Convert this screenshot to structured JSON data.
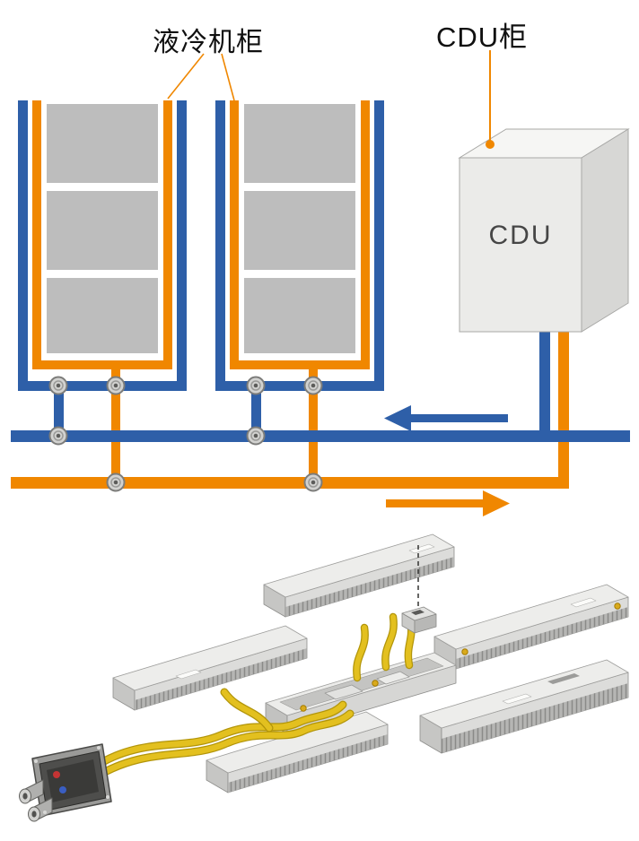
{
  "labels": {
    "cooling_cabinet": "液冷机柜",
    "cdu_cabinet": "CDU柜",
    "cdu_box": "CDU"
  },
  "colors": {
    "return_blue": "#2E5FA8",
    "supply_orange": "#F08700",
    "cabinet_gray": "#BDBDBD",
    "hose_yellow": "#E3C01F",
    "cdu_face": "#EBEBE9"
  },
  "schematic": {
    "cabinet_count": 2,
    "valve_couplings": 8,
    "flow_arrows": [
      {
        "pipe": "return",
        "color_name": "blue",
        "direction": "left"
      },
      {
        "pipe": "supply",
        "color_name": "orange",
        "direction": "right"
      }
    ]
  }
}
